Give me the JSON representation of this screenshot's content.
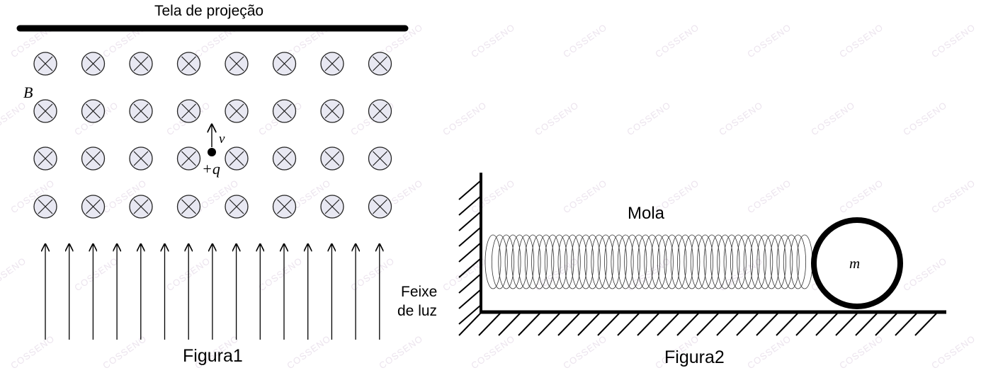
{
  "watermark": "COSSENO",
  "colors": {
    "ink": "#000000",
    "field_fill": "#e8e8f2",
    "watermark": "#ece4ee"
  },
  "figure1": {
    "screen_label": "Tela de projeção",
    "field_label": "B",
    "velocity_label": "v",
    "charge_label": "+q",
    "caption": "Figura1",
    "field_rows": 4,
    "field_cols": 8,
    "light_rays": 15,
    "field_symbol": "into-page (circle with cross)"
  },
  "figure2": {
    "spring_label": "Mola",
    "mass_label": "m",
    "beam_label_line1": "Feixe",
    "beam_label_line2": "de luz",
    "caption": "Figura2",
    "spring_coils": 48
  }
}
